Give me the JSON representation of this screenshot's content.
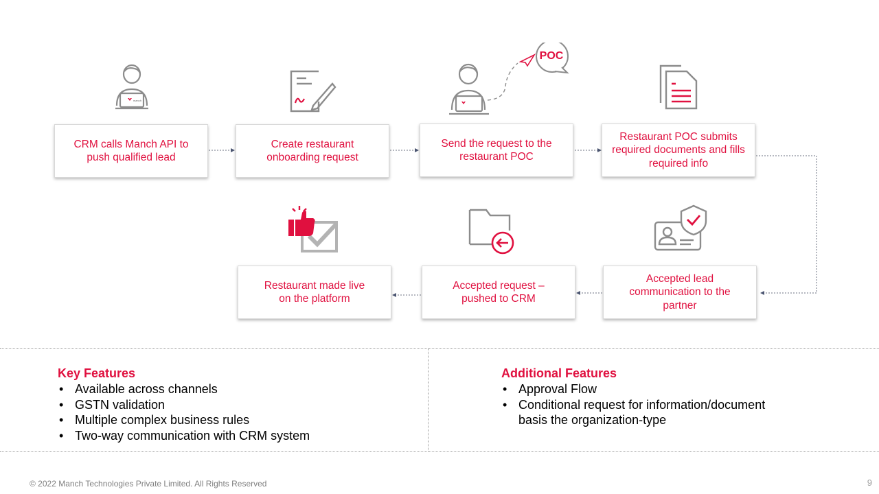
{
  "flow": {
    "steps": [
      "CRM calls Manch API to\npush qualified lead",
      "Create restaurant\nonboarding request",
      "Send the request to the\nrestaurant POC",
      "Restaurant POC submits\nrequired documents and fills\nrequired info",
      "Accepted lead\ncommunication to the\npartner",
      "Accepted request –\npushed to CRM",
      "Restaurant made live\non the platform"
    ],
    "poc_bubble": "POC",
    "laptop_brand": "manch"
  },
  "key_features": {
    "title": "Key Features",
    "items": [
      "Available across channels",
      "GSTN validation",
      "Multiple complex business rules",
      "Two-way communication with CRM system"
    ]
  },
  "additional_features": {
    "title": "Additional Features",
    "items": [
      "Approval Flow",
      "Conditional request for information/document\nbasis the organization-type"
    ]
  },
  "footer": {
    "copyright": "© 2022 Manch Technologies Private Limited. All Rights Reserved",
    "page_number": "9"
  },
  "colors": {
    "accent": "#e0103f",
    "icon_gray": "#8c8c8c",
    "connector": "#4a5470"
  }
}
